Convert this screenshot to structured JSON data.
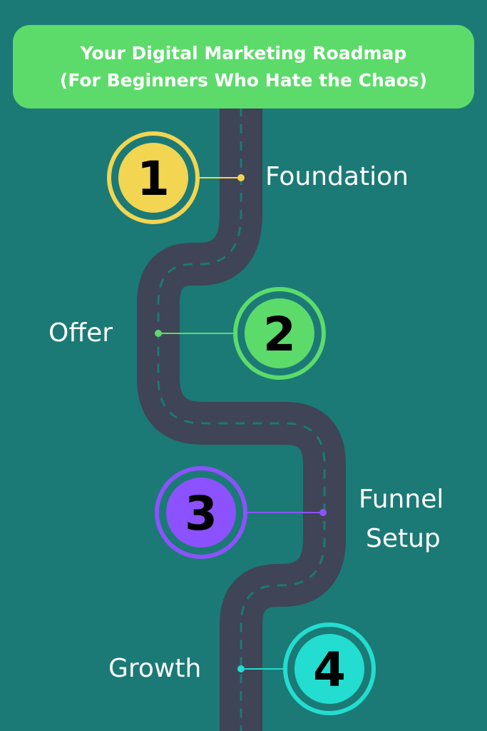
{
  "header": {
    "title_line1": "Your Digital Marketing Roadmap",
    "title_line2": "(For Beginners Who Hate the Chaos)"
  },
  "steps": [
    {
      "number": "1",
      "label": "Foundation",
      "color": "#f2d551"
    },
    {
      "number": "2",
      "label": "Offer",
      "color": "#5cdb6a"
    },
    {
      "number": "3",
      "label_line1": "Funnel",
      "label_line2": "Setup",
      "color": "#8c52ff"
    },
    {
      "number": "4",
      "label": "Growth",
      "color": "#22ddd0"
    }
  ],
  "colors": {
    "background": "#1b7a75",
    "road": "#3f4456",
    "header": "#5cdb6a"
  }
}
